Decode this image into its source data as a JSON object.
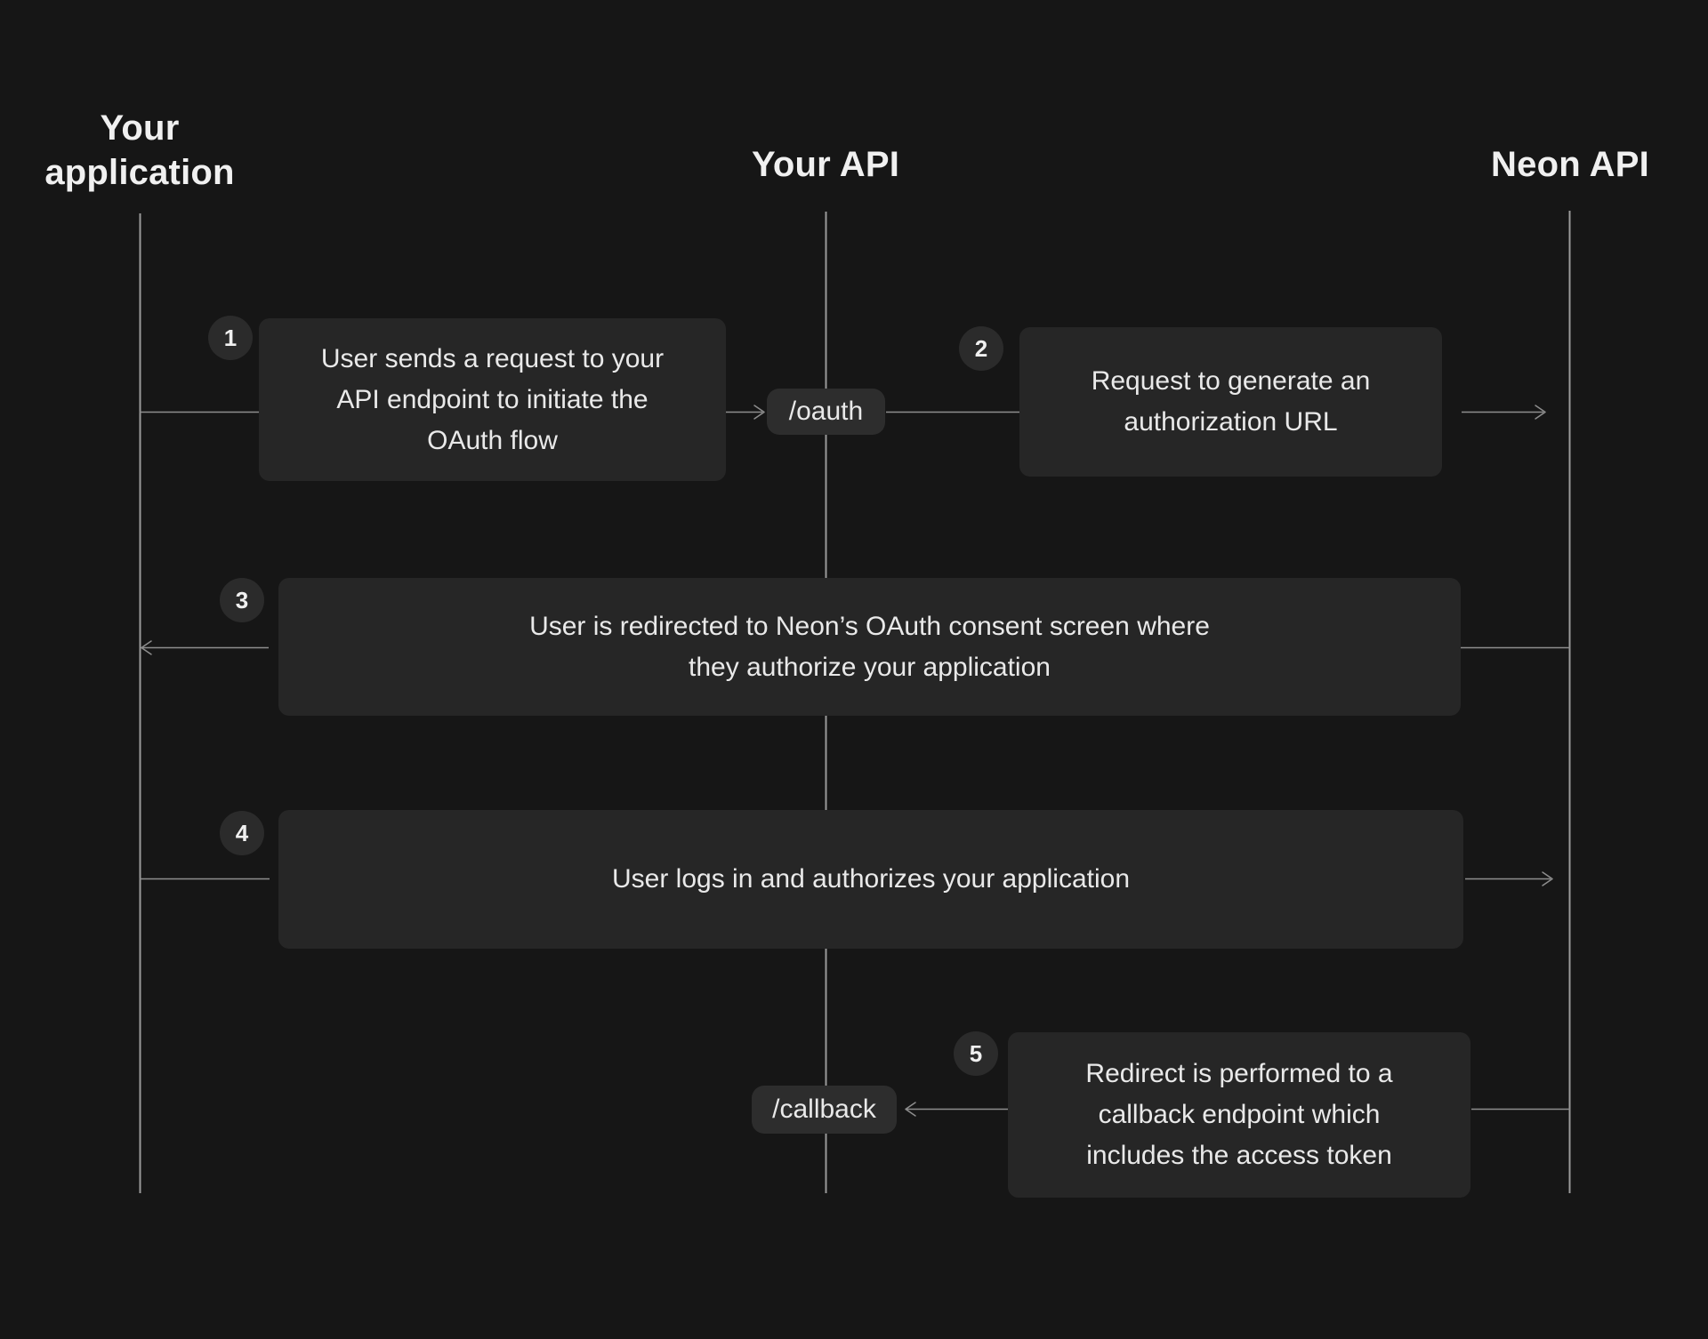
{
  "diagram": {
    "lanes": [
      {
        "label": "Your\napplication"
      },
      {
        "label": "Your API"
      },
      {
        "label": "Neon API"
      }
    ],
    "endpoints": {
      "oauth": "/oauth",
      "callback": "/callback"
    },
    "steps": [
      {
        "number": "1",
        "text": "User sends a request to your\nAPI endpoint to initiate the\nOAuth flow"
      },
      {
        "number": "2",
        "text": "Request to generate an\nauthorization URL"
      },
      {
        "number": "3",
        "text": "User is redirected to Neon’s OAuth consent screen where\nthey authorize your application"
      },
      {
        "number": "4",
        "text": "User logs in and authorizes your application"
      },
      {
        "number": "5",
        "text": "Redirect is performed to a\ncallback endpoint which\nincludes the access token"
      }
    ],
    "colors": {
      "background": "#161616",
      "box": "#262626",
      "pill": "#2d2d2d",
      "badge": "#2b2b2b",
      "line": "#8e8e8e",
      "text": "#e9e9e9",
      "heading": "#f0f0f0"
    }
  }
}
